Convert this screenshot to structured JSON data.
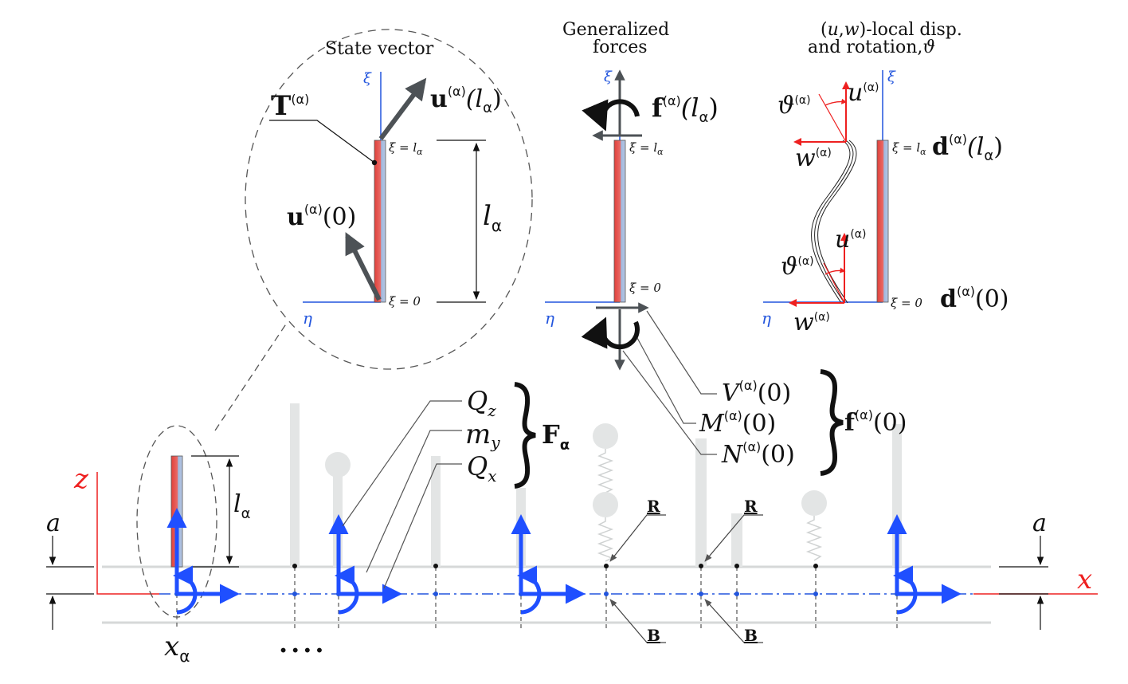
{
  "colors": {
    "axis_blue": "#2255dd",
    "arrow_blue": "#1f4fff",
    "red": "#ee2020",
    "gray_arrow": "#4d5256",
    "light_gray": "#e3e5e5",
    "rod_red": "#e0403a",
    "rod_blue": "#9fb7dd"
  },
  "panels": {
    "state": {
      "title": "State vector",
      "T_label": "T",
      "alpha_sup": "(α)",
      "u_top_base": "u",
      "u_top_arg": "(l",
      "u_top_sub": "α",
      "u_top_close": ")",
      "u_bot_base": "u",
      "u_bot_arg": "(0)",
      "xi_axis": "ξ",
      "eta_axis": "η",
      "xi_top": "ξ = l",
      "xi_top_sub": "α",
      "xi_bot": "ξ = 0",
      "length_base": "l",
      "length_sub": "α"
    },
    "forces": {
      "title_line1": "Generalized",
      "title_line2": "forces",
      "xi_axis": "ξ",
      "eta_axis": "η",
      "f_top_base": "f",
      "f_top_arg": "(l",
      "f_top_sub": "α",
      "f_top_close": ")",
      "xi_top": "ξ = l",
      "xi_top_sub": "α",
      "xi_bot": "ξ = 0",
      "V_label": "V",
      "M_label": "M",
      "N_label": "N",
      "zero_arg": "(0)",
      "f0_base": "f",
      "f0_arg": "(0)"
    },
    "disp": {
      "title_line1_a": "(",
      "title_line1_u": "u",
      "title_line1_b": ",",
      "title_line1_w": "w",
      "title_line1_c": ")-local disp.",
      "title_line2_a": "and rotation,",
      "title_line2_theta": "ϑ",
      "theta": "ϑ",
      "u": "u",
      "w": "w",
      "xi_axis": "ξ",
      "eta_axis": "η",
      "xi_top": "ξ = l",
      "xi_top_sub": "α",
      "xi_bot": "ξ = 0",
      "d_top_base": "d",
      "d_top_arg": "(l",
      "d_top_sub": "α",
      "d_top_close": ")",
      "d_bot_base": "d",
      "d_bot_arg": "(0)"
    }
  },
  "beam": {
    "z_axis": "z",
    "x_axis": "x",
    "a_left": "a",
    "a_right": "a",
    "length_base": "l",
    "length_sub": "α",
    "x_alpha_base": "x",
    "x_alpha_sub": "α",
    "dots": "....",
    "Qz": "Q",
    "Qz_sub": "z",
    "my": "m",
    "my_sub": "y",
    "Qx": "Q",
    "Qx_sub": "x",
    "F_base": "F",
    "F_sub": "α",
    "R1": "R",
    "R2": "R",
    "B1": "B",
    "B2": "B"
  }
}
